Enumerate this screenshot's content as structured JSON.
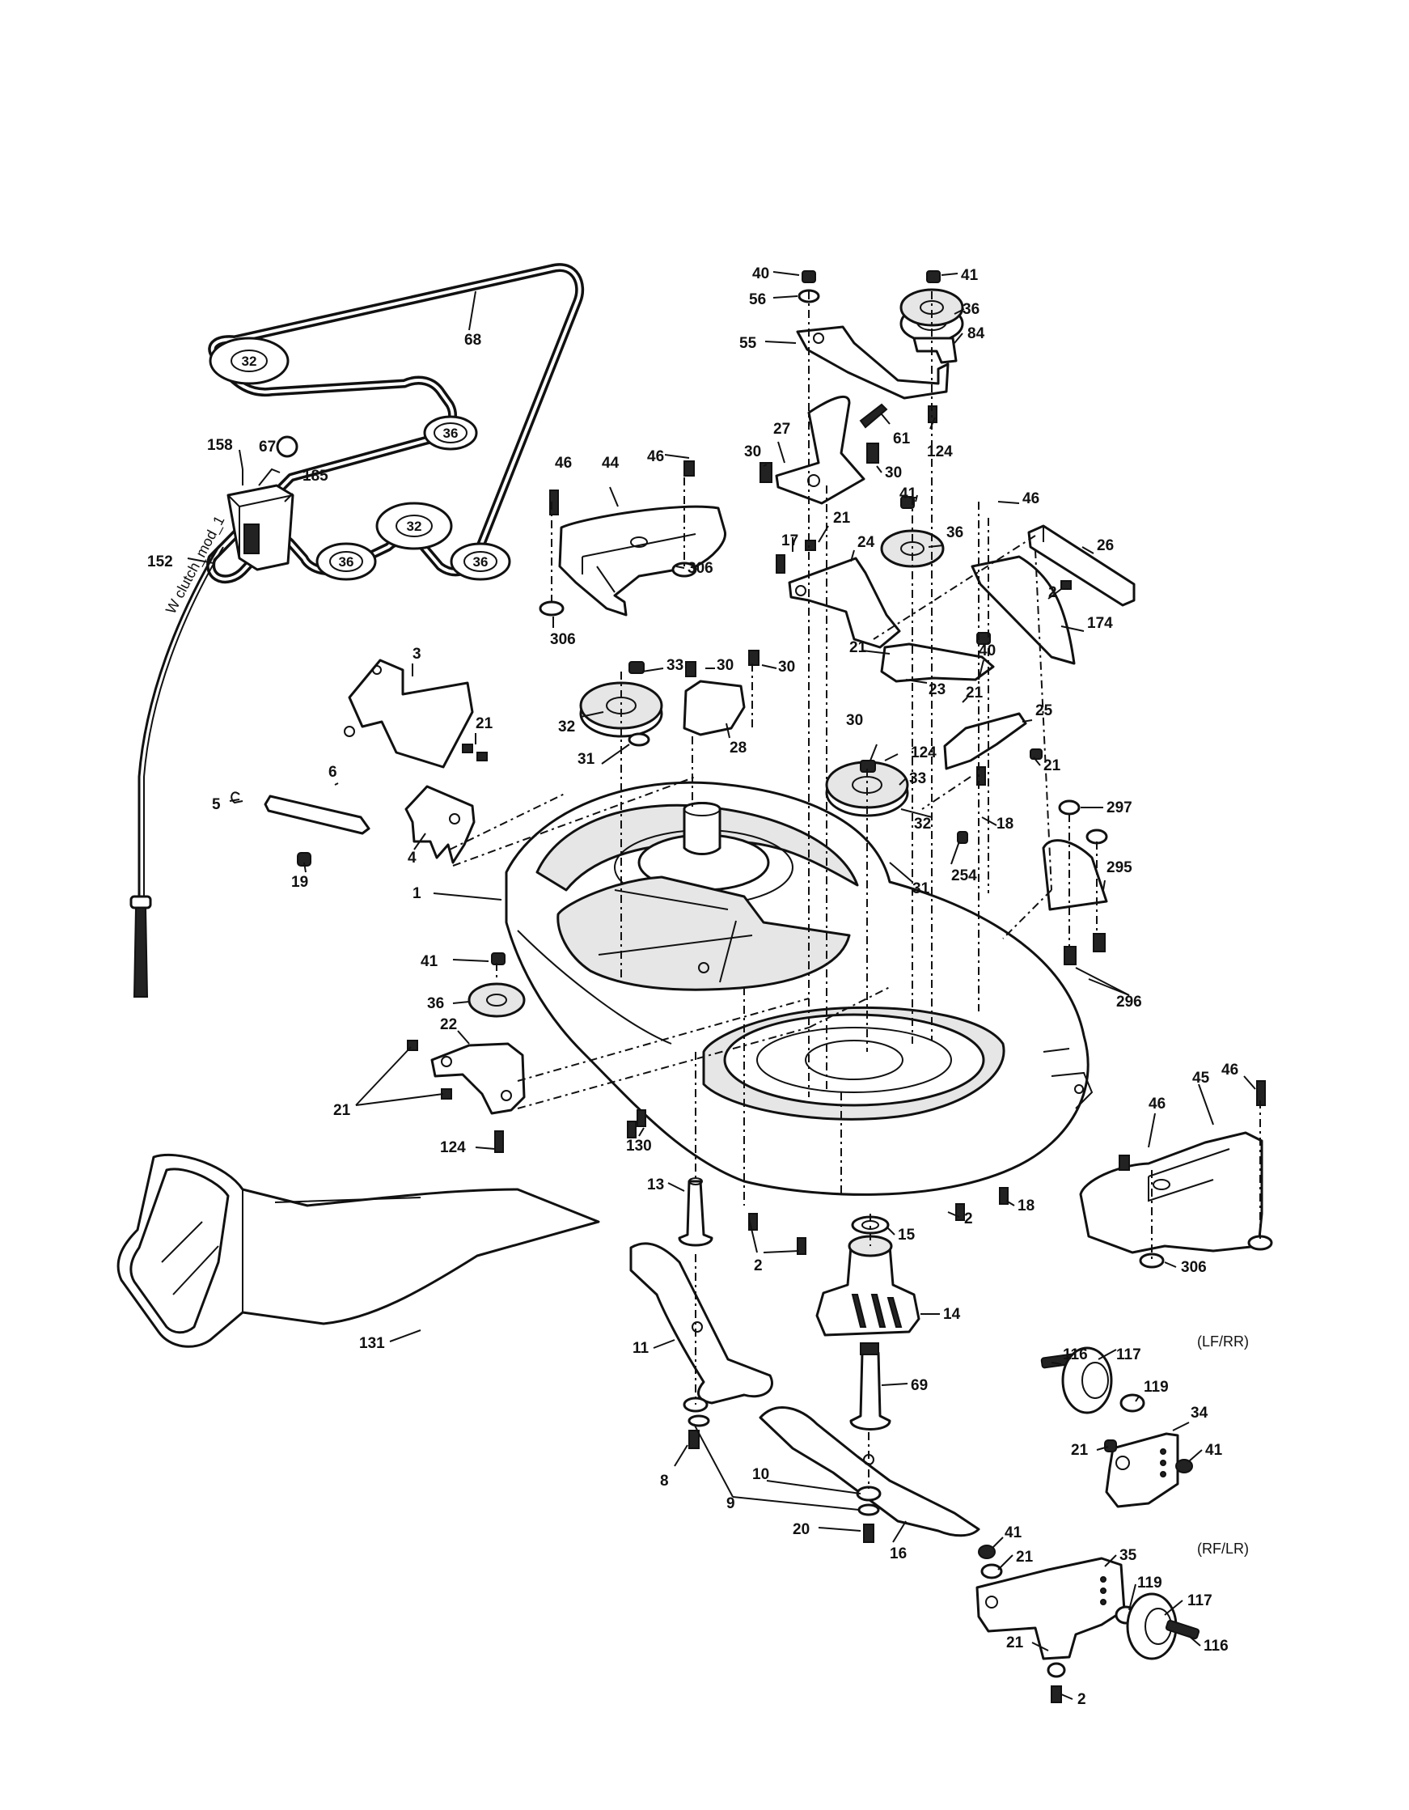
{
  "belt_pulleys": [
    "32",
    "36",
    "32",
    "36",
    "36"
  ],
  "callouts": {
    "c40a": "40",
    "c41a": "41",
    "c56": "56",
    "c36a": "36",
    "c84": "84",
    "c55": "55",
    "c68": "68",
    "c67": "67",
    "c158": "158",
    "c185": "185",
    "c152": "152",
    "c124a": "124",
    "c61": "61",
    "c27": "27",
    "c30a": "30",
    "c30b": "30",
    "c46a": "46",
    "c46b": "46",
    "c44": "44",
    "c41b": "41",
    "c46c": "46",
    "c21a": "21",
    "c36b": "36",
    "c17": "17",
    "c24": "24",
    "c26": "26",
    "c2a": "2",
    "c306a": "306",
    "c306b": "306",
    "c174": "174",
    "c3": "3",
    "c33a": "33",
    "c30c": "30",
    "c30d": "30",
    "c21b": "21",
    "c40b": "40",
    "c32a": "32",
    "c23": "23",
    "c21c": "21",
    "c28": "28",
    "c31a": "31",
    "c25": "25",
    "c21d": "21",
    "c6": "6",
    "c5": "5",
    "c4": "4",
    "c30e": "30",
    "c124b": "124",
    "c33b": "33",
    "c32b": "32",
    "c18a": "18",
    "c297": "297",
    "c19": "19",
    "c254": "254",
    "c31b": "31",
    "c1": "1",
    "c295": "295",
    "c41c": "41",
    "c36c": "36",
    "c296": "296",
    "c22": "22",
    "c21e": "21",
    "c46d": "46",
    "c45": "45",
    "c46e": "46",
    "c124c": "124",
    "c130": "130",
    "c13": "13",
    "c15": "15",
    "c2b": "2",
    "c18b": "18",
    "c2c": "2",
    "c306c": "306",
    "c14": "14",
    "c11": "11",
    "c131": "131",
    "c116a": "116",
    "c117a": "117",
    "c119a": "119",
    "c69": "69",
    "c34": "34",
    "c21f": "21",
    "c41d": "41",
    "c8": "8",
    "c10": "10",
    "c9": "9",
    "c20": "20",
    "c16": "16",
    "c41e": "41",
    "c21g": "21",
    "c35": "35",
    "c119b": "119",
    "c117b": "117",
    "c21h": "21",
    "c116b": "116",
    "c2d": "2"
  },
  "notes": {
    "lf_rr": "(LF/RR)",
    "rf_lr": "(RF/LR)",
    "cable_text": "W clutch_mod_1"
  }
}
